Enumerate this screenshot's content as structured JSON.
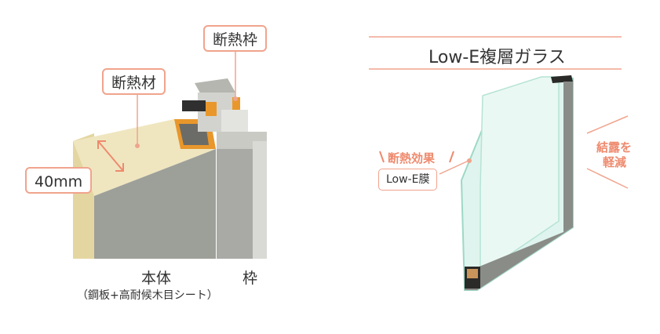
{
  "left": {
    "frame_insulation": "断熱枠",
    "insulation_material": "断熱材",
    "thickness": "40mm",
    "body_label": "本体",
    "frame_label": "枠",
    "body_note": "（鋼板+高耐候木目シート）"
  },
  "right": {
    "title": "Low-E複層ガラス",
    "effect_left": "断熱効果",
    "film_label": "Low-E膜",
    "effect_right_line1": "結露を",
    "effect_right_line2": "軽減"
  },
  "colors": {
    "accent": "#f0a48d",
    "accent_text": "#ee8a6e",
    "insulation": "#eadfb0",
    "steel": "#9a9c96",
    "glass": "#c6ece0"
  }
}
